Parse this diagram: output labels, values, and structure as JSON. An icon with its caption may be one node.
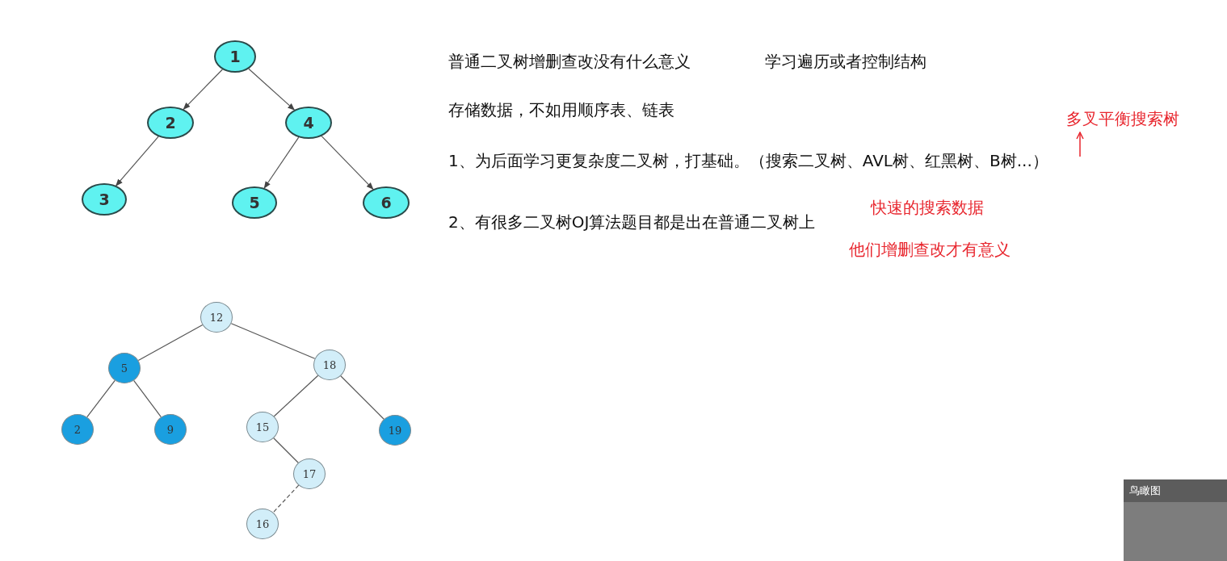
{
  "diagram": {
    "nodes": [
      {
        "text": [
          "1"
        ]
      },
      {
        "text": [
          "2"
        ]
      },
      {
        "text": [
          "4"
        ]
      },
      {
        "text": [
          "3"
        ]
      },
      {
        "text": [
          "5"
        ]
      },
      {
        "text": [
          "6"
        ]
      },
      {
        "text": [
          "12"
        ]
      },
      {
        "text": [
          "5"
        ]
      },
      {
        "text": [
          "18"
        ]
      },
      {
        "text": [
          "2"
        ]
      },
      {
        "text": [
          "9"
        ]
      },
      {
        "text": [
          "15"
        ]
      },
      {
        "text": [
          "19"
        ]
      },
      {
        "text": [
          "17"
        ]
      },
      {
        "text": [
          "16"
        ]
      },
      {
        "text": [
          "多叉平衡搜索树"
        ]
      }
    ],
    "edges": [
      {
        "from": 0,
        "to": 1,
        "arrow": "to"
      },
      {
        "from": 0,
        "to": 2,
        "arrow": "to"
      },
      {
        "from": 1,
        "to": 3,
        "arrow": "to"
      },
      {
        "from": 2,
        "to": 4,
        "arrow": "to"
      },
      {
        "from": 2,
        "to": 5,
        "arrow": "to"
      },
      {
        "from": 6,
        "to": 7,
        "arrow": "none"
      },
      {
        "from": 6,
        "to": 8,
        "arrow": "none"
      },
      {
        "from": 7,
        "to": 9,
        "arrow": "none"
      },
      {
        "from": 7,
        "to": 10,
        "arrow": "none"
      },
      {
        "from": 8,
        "to": 11,
        "arrow": "none"
      },
      {
        "from": 8,
        "to": 12,
        "arrow": "none"
      },
      {
        "from": 11,
        "to": 13,
        "arrow": "none"
      },
      {
        "from": 13,
        "to": 14,
        "arrow": "none",
        "style": "dashed"
      },
      {
        "from": null,
        "to": 15,
        "arrow": "to",
        "color": "#e8262e"
      }
    ],
    "labels": [
      "普通二叉树增删查改没有什么意义",
      "学习遍历或者控制结构",
      "存储数据，不如用顺序表、链表",
      "1、为后面学习更复杂度二叉树，打基础。（搜索二叉树、AVL树、红黑树、B树...）",
      "2、有很多二叉树OJ算法题目都是出在普通二叉树上",
      "快速的搜索数据",
      "他们增删查改才有意义",
      "鸟瞰图"
    ]
  }
}
